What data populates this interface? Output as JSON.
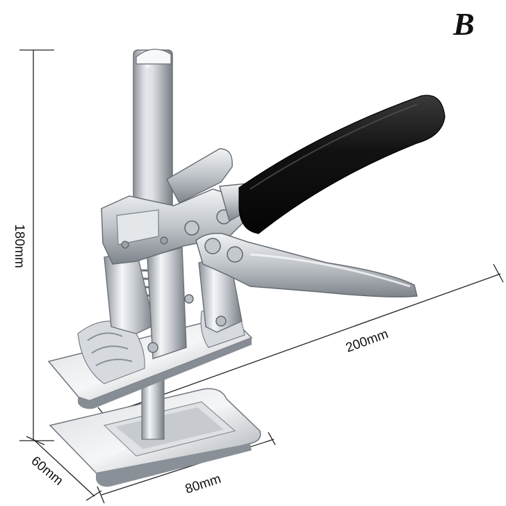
{
  "corner_letter": "B",
  "dimensions": {
    "height": "180mm",
    "length": "200mm",
    "depth": "60mm",
    "width": "80mm"
  },
  "colors": {
    "metal_light": "#eef0f2",
    "metal_mid": "#b9bec4",
    "metal_dark": "#6f757c",
    "handle_grip": "#161616",
    "background": "#ffffff"
  }
}
